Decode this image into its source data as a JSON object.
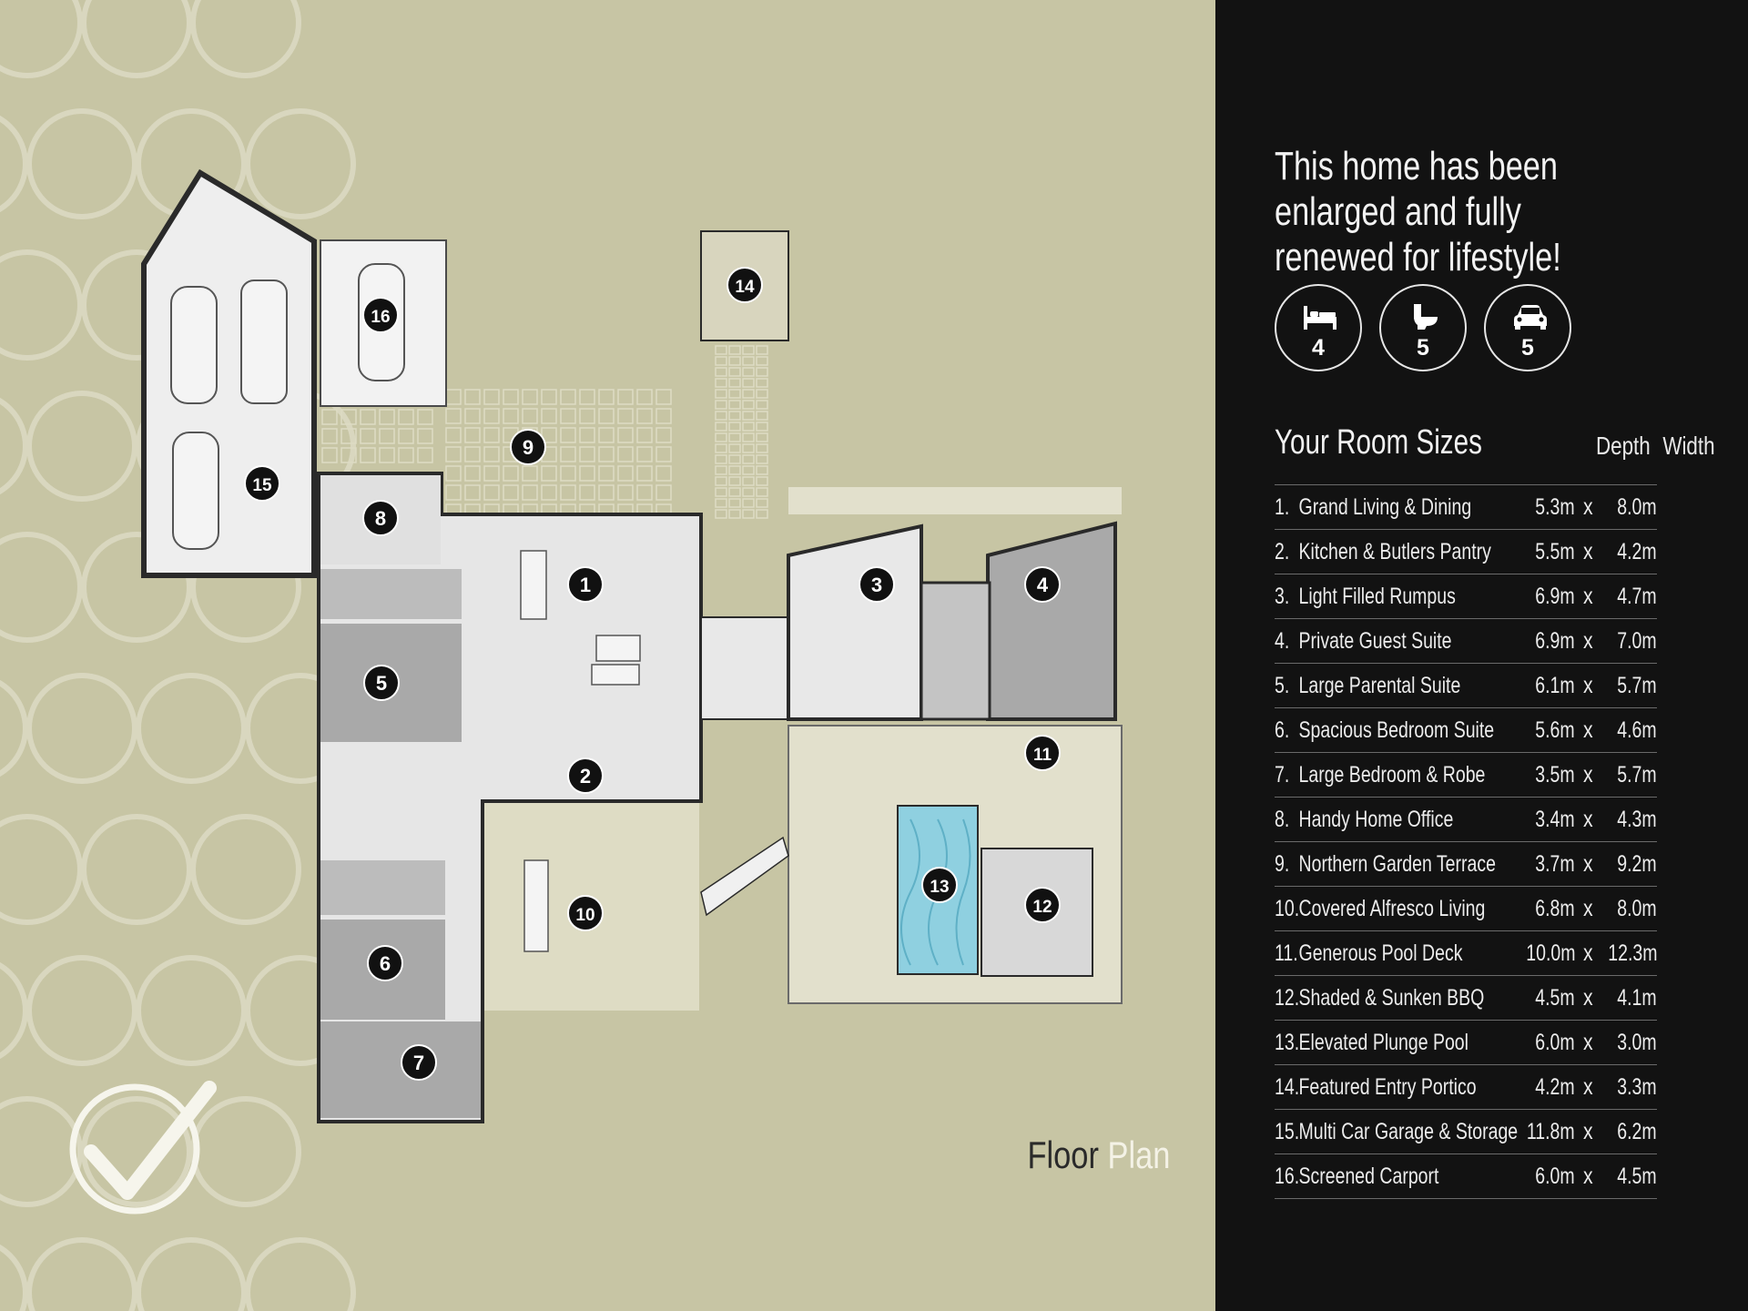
{
  "headline": "This home has been enlarged and fully renewed for lifestyle!",
  "features": [
    {
      "icon": "bed-icon",
      "count": "4"
    },
    {
      "icon": "toilet-icon",
      "count": "5"
    },
    {
      "icon": "car-icon",
      "count": "5"
    }
  ],
  "room_sizes": {
    "title": "Your Room Sizes",
    "depth_label": "Depth",
    "width_label": "Width",
    "separator": "x",
    "rooms": [
      {
        "num": "1.",
        "name": "Grand Living & Dining",
        "depth": "5.3m",
        "width": "8.0m"
      },
      {
        "num": "2.",
        "name": "Kitchen & Butlers Pantry",
        "depth": "5.5m",
        "width": "4.2m"
      },
      {
        "num": "3.",
        "name": "Light Filled Rumpus",
        "depth": "6.9m",
        "width": "4.7m"
      },
      {
        "num": "4.",
        "name": "Private Guest Suite",
        "depth": "6.9m",
        "width": "7.0m"
      },
      {
        "num": "5.",
        "name": "Large Parental Suite",
        "depth": "6.1m",
        "width": "5.7m"
      },
      {
        "num": "6.",
        "name": "Spacious Bedroom Suite",
        "depth": "5.6m",
        "width": "4.6m"
      },
      {
        "num": "7.",
        "name": "Large Bedroom & Robe",
        "depth": "3.5m",
        "width": "5.7m"
      },
      {
        "num": "8.",
        "name": "Handy Home Office",
        "depth": "3.4m",
        "width": "4.3m"
      },
      {
        "num": "9.",
        "name": "Northern Garden Terrace",
        "depth": "3.7m",
        "width": "9.2m"
      },
      {
        "num": "10.",
        "name": "Covered Alfresco Living",
        "depth": "6.8m",
        "width": "8.0m"
      },
      {
        "num": "11.",
        "name": "Generous Pool Deck",
        "depth": "10.0m",
        "width": "12.3m"
      },
      {
        "num": "12.",
        "name": "Shaded & Sunken BBQ",
        "depth": "4.5m",
        "width": "4.1m"
      },
      {
        "num": "13.",
        "name": "Elevated Plunge Pool",
        "depth": "6.0m",
        "width": "3.0m"
      },
      {
        "num": "14.",
        "name": "Featured Entry Portico",
        "depth": "4.2m",
        "width": "3.3m"
      },
      {
        "num": "15.",
        "name": "Multi Car Garage & Storage",
        "depth": "11.8m",
        "width": "6.2m"
      },
      {
        "num": "16.",
        "name": "Screened Carport",
        "depth": "6.0m",
        "width": "4.5m"
      }
    ]
  },
  "floor_plan": {
    "title_word": "Floor",
    "title_accent": "Plan",
    "markers": [
      "1",
      "2",
      "3",
      "4",
      "5",
      "6",
      "7",
      "8",
      "9",
      "10",
      "11",
      "12",
      "13",
      "14",
      "15",
      "16"
    ]
  },
  "colors": {
    "background": "#c7c5a4",
    "panel": "#121212",
    "accent_text": "#f4f2e6",
    "pool": "#8fd0e0"
  }
}
